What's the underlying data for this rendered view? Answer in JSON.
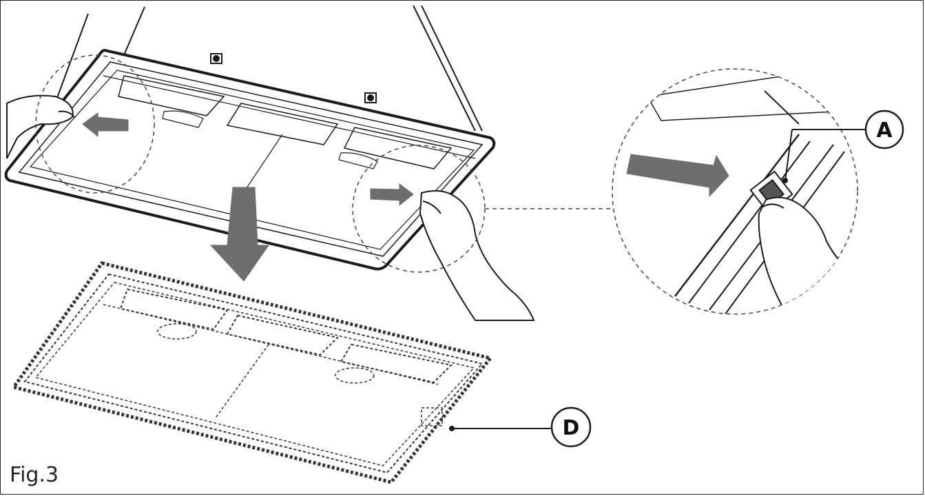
{
  "figure": {
    "caption": "Fig.3",
    "callouts": [
      {
        "id": "A",
        "label": "A"
      },
      {
        "id": "D",
        "label": "D"
      }
    ]
  },
  "colors": {
    "line": "#1a1a1a",
    "arrow_fill": "#6e6e6e",
    "background": "#ffffff"
  }
}
